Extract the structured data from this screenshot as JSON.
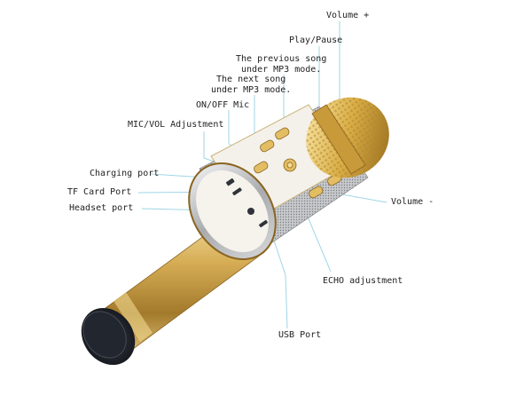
{
  "labels": {
    "volume_plus": "Volume +",
    "play_pause": "Play/Pause",
    "previous_song": "The previous song\nunder MP3 mode.",
    "next_song": "The next song\nunder MP3 mode.",
    "on_off_mic": "ON/OFF Mic",
    "mic_vol_adjustment": "MIC/VOL Adjustment",
    "charging_port": "Charging port",
    "tf_card_port": "TF Card Port",
    "headset_port": "Headset port",
    "volume_minus": "Volume -",
    "echo_adjustment": "ECHO adjustment",
    "usb_port": "USB Port"
  },
  "colors": {
    "leader_line": "#9fd6e6",
    "gold": "#d2a94f",
    "gold_light": "#f3dc9a",
    "gold_dark": "#8a6420",
    "silver": "#b7b9bc",
    "panel": "#f4f1ea"
  }
}
